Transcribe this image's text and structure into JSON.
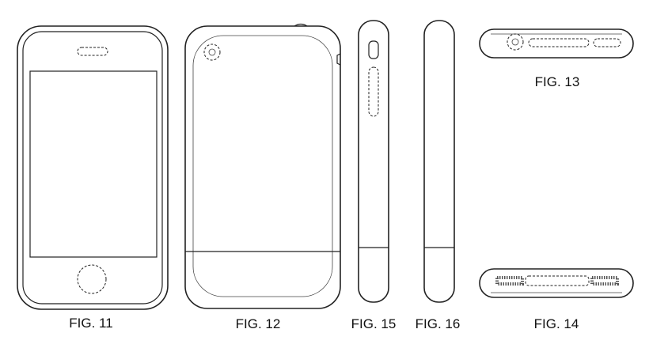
{
  "figures": {
    "fig11": "FIG. 11",
    "fig12": "FIG. 12",
    "fig13": "FIG. 13",
    "fig14": "FIG. 14",
    "fig15": "FIG. 15",
    "fig16": "FIG. 16"
  }
}
